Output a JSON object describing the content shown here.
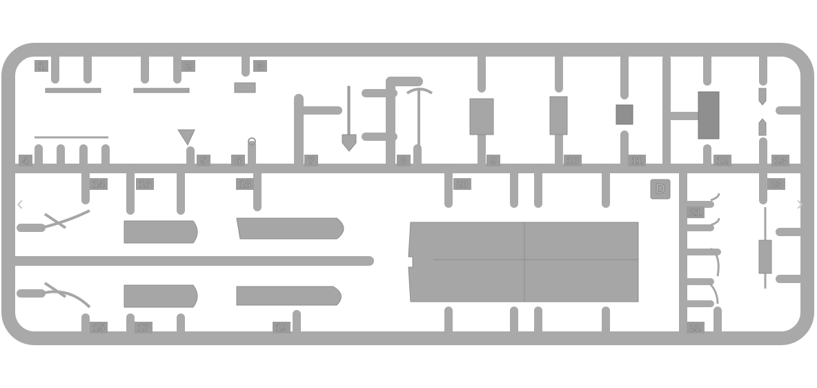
{
  "sprue": {
    "letter": "D",
    "labels": [
      "1",
      "2",
      "3",
      "4",
      "5",
      "6",
      "7",
      "8",
      "9",
      "10",
      "11",
      "12",
      "13",
      "14",
      "15",
      "16",
      "17",
      "18",
      "19",
      "20",
      "21",
      "22",
      "23"
    ]
  },
  "carousel": {
    "prev_icon": "chevron-left-icon",
    "prev": "‹",
    "next_icon": "chevron-right-icon",
    "next": "›"
  },
  "colors": {
    "sprue": "#a9a9a9",
    "label_box": "#9c9c9c",
    "background": "#ffffff"
  }
}
